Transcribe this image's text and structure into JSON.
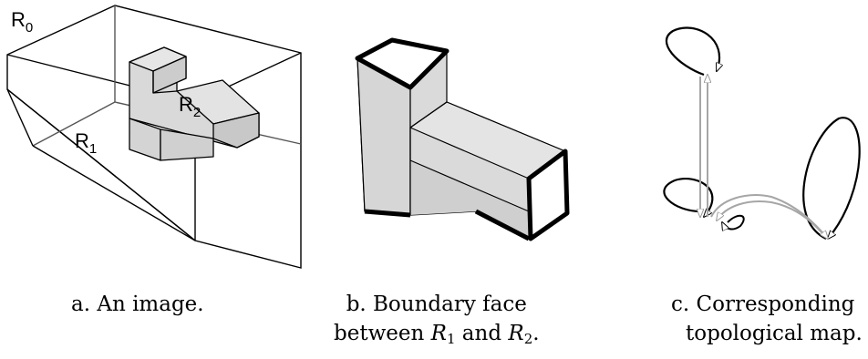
{
  "panel_a": {
    "region_labels": {
      "r0": {
        "letter": "R",
        "index": "0"
      },
      "r1": {
        "letter": "R",
        "index": "1"
      },
      "r2": {
        "letter": "R",
        "index": "2"
      }
    },
    "caption": "a. An image."
  },
  "panel_b": {
    "caption_line1": "b. Boundary face",
    "caption_line2": {
      "prefix": "between ",
      "r1_letter": "R",
      "r1_index": "1",
      "middle": " and ",
      "r2_letter": "R",
      "r2_index": "2",
      "suffix": "."
    }
  },
  "panel_c": {
    "caption_line1": "c. Corresponding",
    "caption_line2": "topological map."
  },
  "colors": {
    "solid_fill": "#d9d9d9",
    "dart_gray": "#a6a6a6",
    "line": "#000000"
  }
}
